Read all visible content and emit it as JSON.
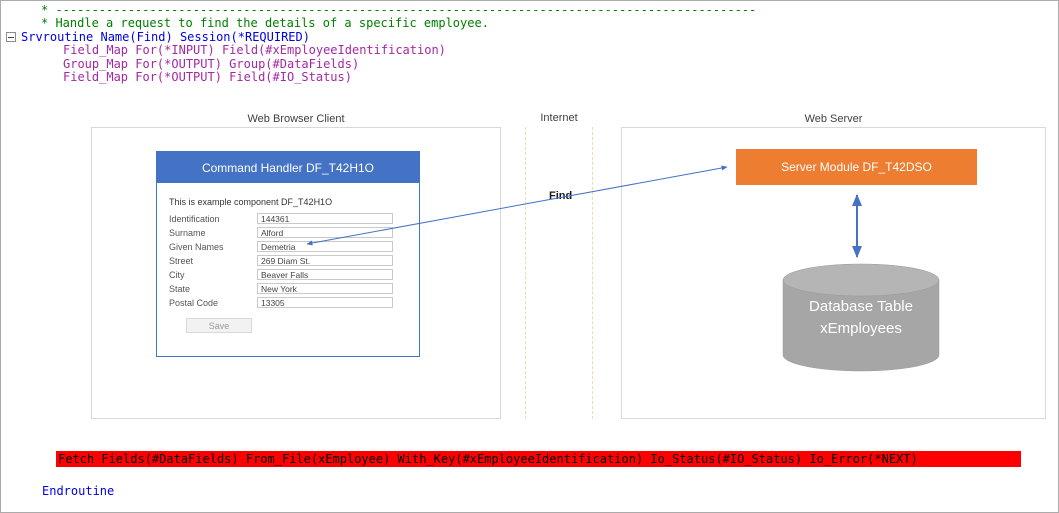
{
  "colors": {
    "comment_green": "#008000",
    "keyword_blue": "#0000E0",
    "command_purple": "#A428A4",
    "highlight_red": "#FF0000",
    "card_header_blue": "#4472C4",
    "server_module_orange": "#ED7D31",
    "cylinder_gray": "#A6A6A6",
    "arrow_blue": "#4472C4"
  },
  "code": {
    "comment_divider": "* -------------------------------------------------------------------------------------------------",
    "comment_text": "* Handle a request to find the details of a specific employee.",
    "srvroutine": "Srvroutine Name(Find) Session(*REQUIRED)",
    "field_map_input": "Field_Map For(*INPUT) Field(#xEmployeeIdentification)",
    "group_map_output": "Group_Map For(*OUTPUT) Group(#DataFields)",
    "field_map_output": "Field_Map For(*OUTPUT) Field(#IO_Status)",
    "fetch": "Fetch Fields(#DataFields) From_File(xEmployee) With_Key(#xEmployeeIdentification) Io_Status(#IO_Status) Io_Error(*NEXT)",
    "endroutine": "Endroutine"
  },
  "diagram": {
    "client_panel_title": "Web Browser Client",
    "internet_title": "Internet",
    "server_panel_title": "Web Server",
    "find_label": "Find",
    "command_handler": {
      "header": "Command Handler DF_T42H1O",
      "description": "This is example component DF_T42H1O",
      "fields": [
        {
          "label": "Identification",
          "value": "144361"
        },
        {
          "label": "Surname",
          "value": "Alford"
        },
        {
          "label": "Given Names",
          "value": "Demetria"
        },
        {
          "label": "Street",
          "value": "269 Diam St."
        },
        {
          "label": "City",
          "value": "Beaver Falls"
        },
        {
          "label": "State",
          "value": "New York"
        },
        {
          "label": "Postal Code",
          "value": "13305"
        }
      ],
      "save_button": "Save"
    },
    "server_module_label": "Server Module DF_T42DSO",
    "database": {
      "line1": "Database Table",
      "line2": "xEmployees"
    }
  }
}
